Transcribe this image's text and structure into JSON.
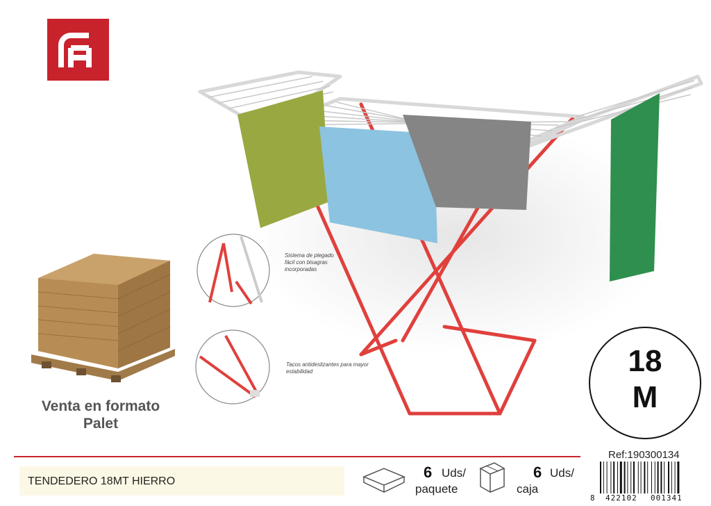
{
  "brand": {
    "color": "#c8232c",
    "logo_icon": "brand-logo-icon"
  },
  "callouts": {
    "folding": "Sistema de plegado fácil con bisagras incorporadas",
    "feet": "Tacos antideslizantes para mayor estabilidad"
  },
  "pallet": {
    "line1": "Venta en formato",
    "line2": "Palet"
  },
  "length_badge": {
    "value": "18",
    "unit": "M"
  },
  "product": {
    "name": "TENDEDERO 18MT HIERRO"
  },
  "packaging": {
    "pack": {
      "qty": "6",
      "unit": "Uds/",
      "word": "paquete",
      "icon": "pack-tray-icon"
    },
    "box": {
      "qty": "6",
      "unit": "Uds/",
      "word": "caja",
      "icon": "shipping-box-icon"
    }
  },
  "ref": {
    "text": "Ref:190300134"
  },
  "barcode": {
    "first": "8",
    "left": "422102",
    "right": "001341"
  }
}
